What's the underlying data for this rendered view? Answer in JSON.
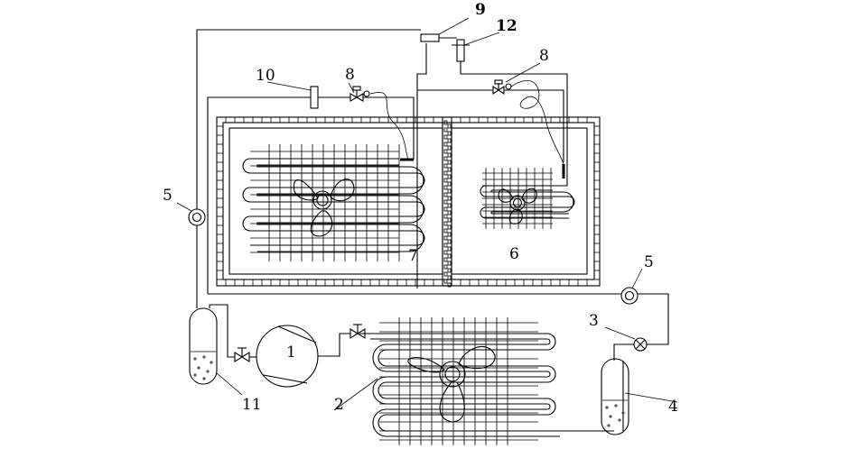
{
  "labels": {
    "compressor": "1",
    "condenser": "2",
    "expansion_valve": "3",
    "receiver": "4",
    "sight_glass_left": "5",
    "sight_glass_right": "5",
    "freezer_evaporator": "6",
    "cooler_evaporator": "7",
    "solenoid_valve_left": "8",
    "solenoid_valve_right": "8",
    "pressure_switch": "9",
    "filter_drier": "10",
    "accumulator": "11",
    "thermostat": "12"
  }
}
